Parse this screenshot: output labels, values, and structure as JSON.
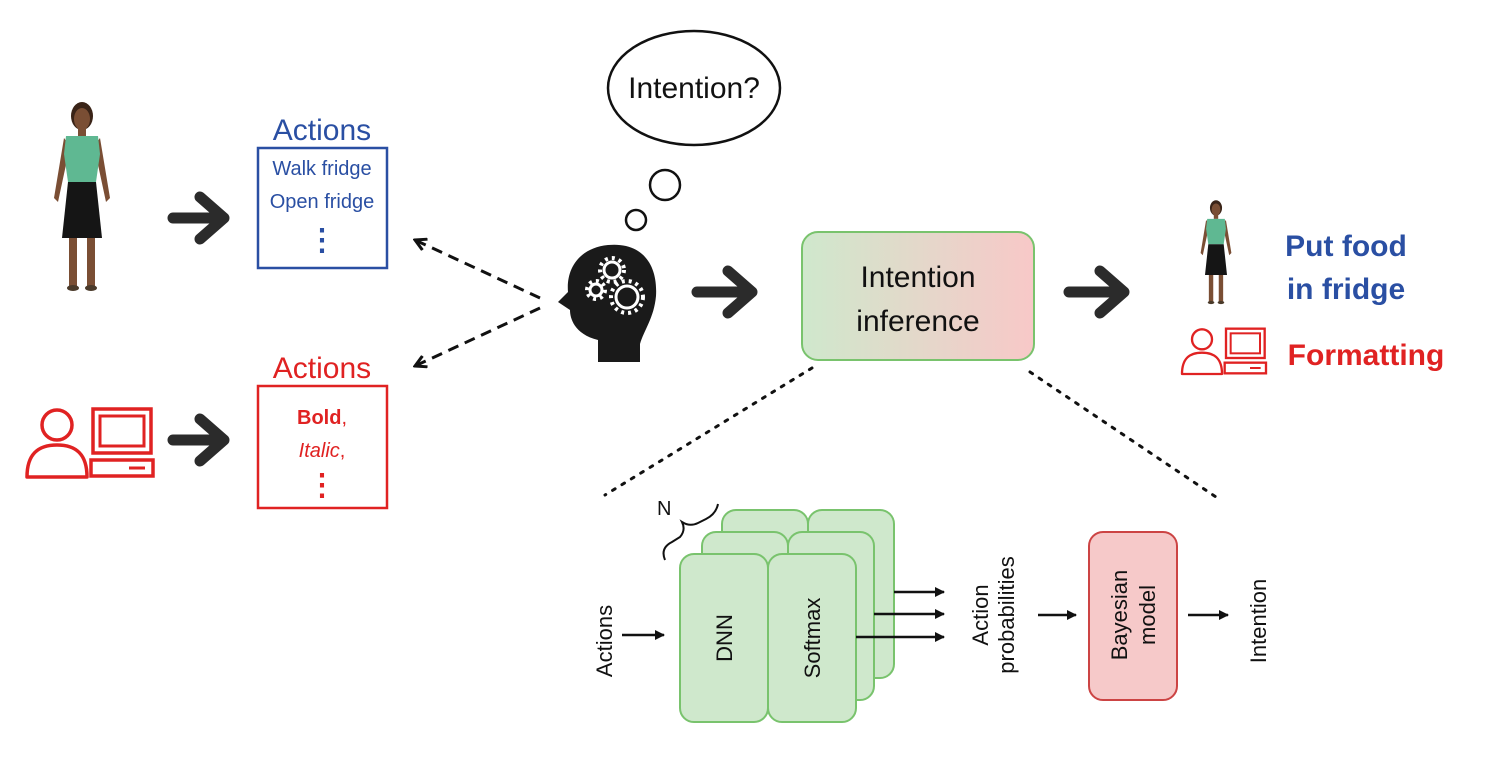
{
  "colors": {
    "human_blue": "#2a4fa3",
    "computer_red": "#e02222",
    "arrow_dark": "#2b2b2b",
    "green_fill": "#cfe8cc",
    "green_stroke": "#79c36d",
    "red_fill": "#f6c9c9",
    "red_stroke": "#cc4444",
    "skin": "#7a4e34",
    "top_green": "#5fb892"
  },
  "thought": {
    "label": "Intention?"
  },
  "human_actions": {
    "title": "Actions",
    "items": [
      "Walk fridge",
      "Open fridge"
    ],
    "ellipsis": "⋮"
  },
  "computer_actions": {
    "title": "Actions",
    "items": [
      {
        "label": "Bold",
        "suffix": ",",
        "style": "bold"
      },
      {
        "label": "Italic",
        "suffix": ",",
        "style": "italic"
      }
    ],
    "ellipsis": "⋮"
  },
  "inference_box": {
    "line1": "Intention",
    "line2": "inference"
  },
  "outputs": {
    "human_line1": "Put food",
    "human_line2": "in fridge",
    "computer": "Formatting"
  },
  "model_detail": {
    "repeat_label": "N",
    "input_label": "Actions",
    "dnn_label": "DNN",
    "softmax_label": "Softmax",
    "probabilities_line1": "Action",
    "probabilities_line2": "probabilities",
    "bayes_line1": "Bayesian",
    "bayes_line2": "model",
    "output_label": "Intention"
  }
}
